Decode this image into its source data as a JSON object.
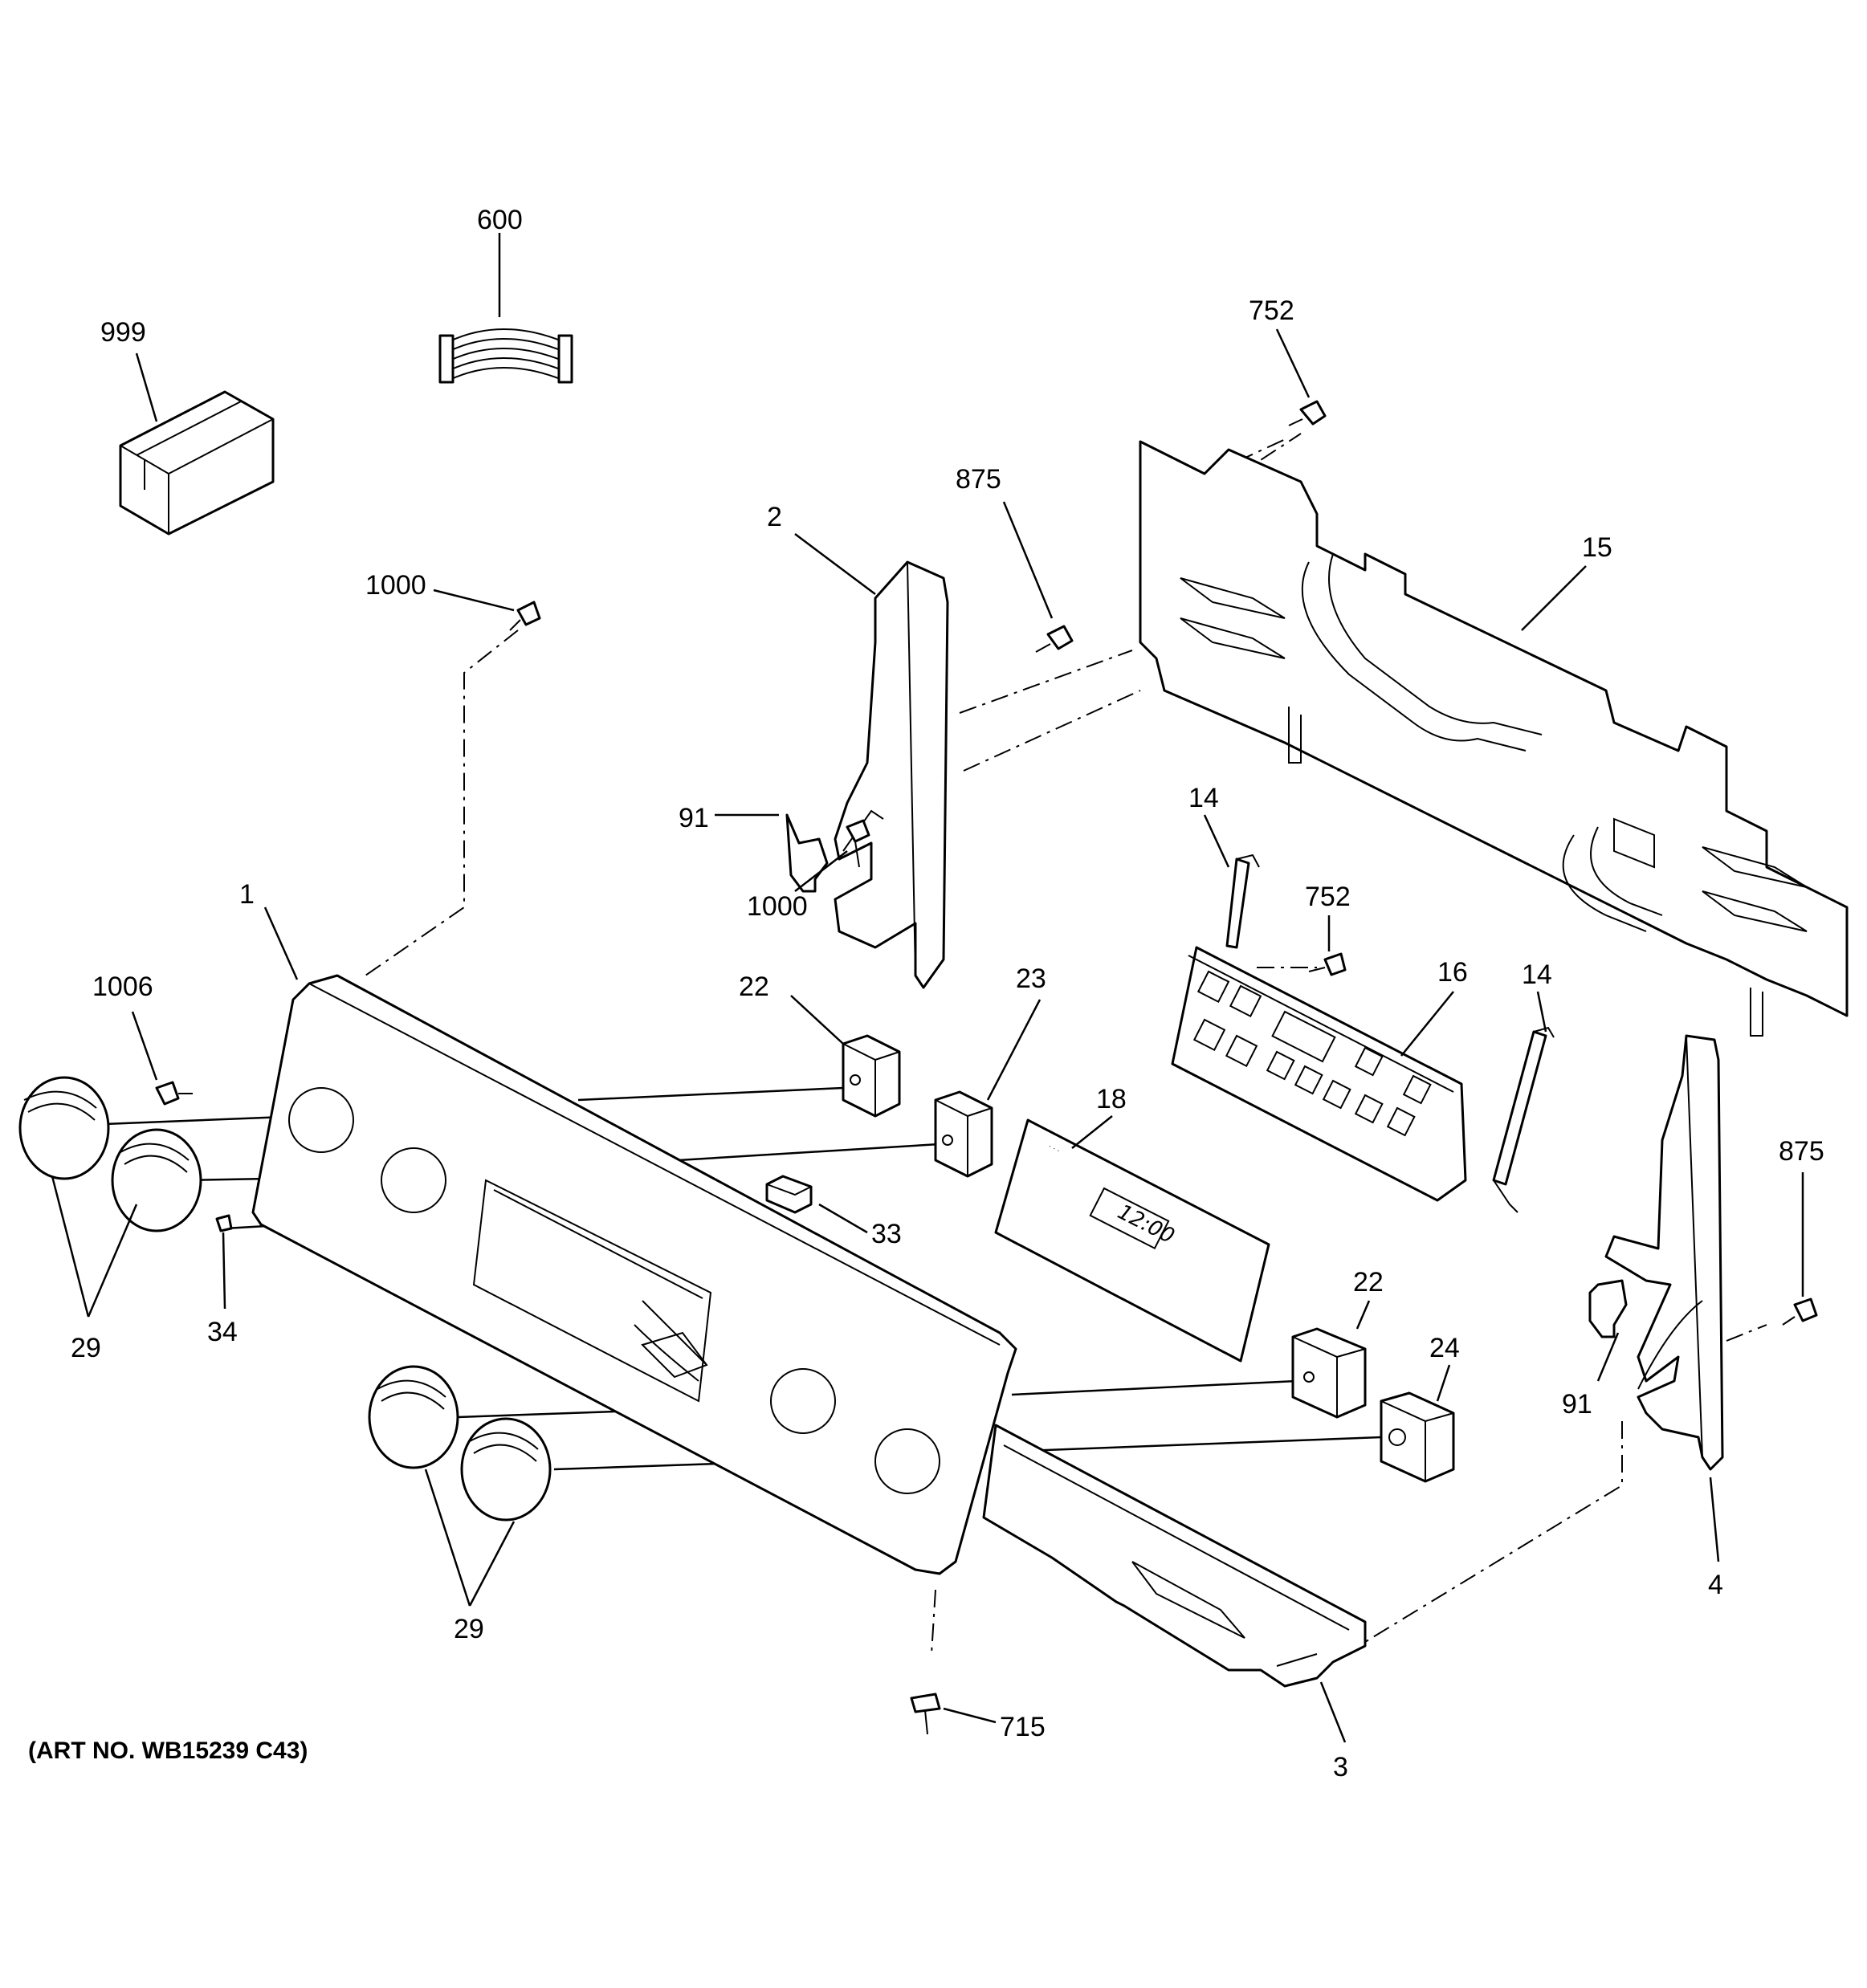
{
  "art_number": "(ART NO. WB15239 C43)",
  "labels": {
    "p999": "999",
    "p600": "600",
    "p752a": "752",
    "p875a": "875",
    "p2": "2",
    "p15": "15",
    "p1000a": "1000",
    "p91a": "91",
    "p1000b": "1000",
    "p14a": "14",
    "p752b": "752",
    "p16": "16",
    "p1": "1",
    "p1006": "1006",
    "p22a": "22",
    "p23": "23",
    "p18": "18",
    "p14b": "14",
    "p875b": "875",
    "p33": "33",
    "p34": "34",
    "p29a": "29",
    "p22b": "22",
    "p24": "24",
    "p91b": "91",
    "p4": "4",
    "p29b": "29",
    "p715": "715",
    "p3": "3"
  },
  "display_time": "12:00"
}
